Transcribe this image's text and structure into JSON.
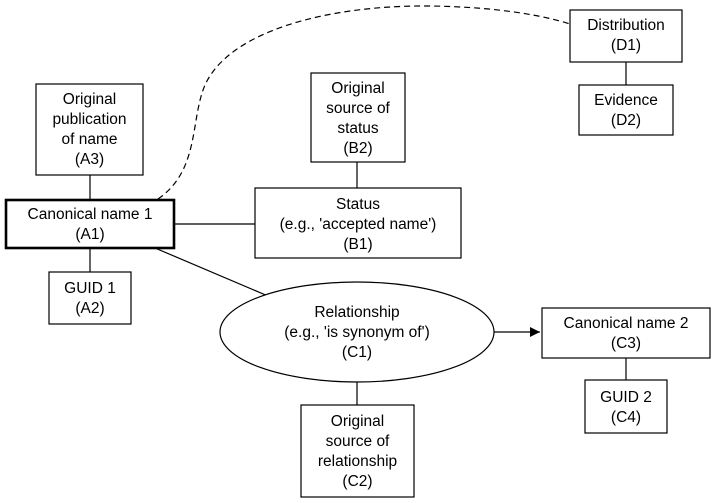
{
  "nodes": {
    "a1": {
      "lines": [
        "Canonical name 1",
        "(A1)"
      ],
      "emphasized": true
    },
    "a2": {
      "lines": [
        "GUID 1",
        "(A2)"
      ]
    },
    "a3": {
      "lines": [
        "Original",
        "publication",
        "of name",
        "(A3)"
      ]
    },
    "b1": {
      "lines": [
        "Status",
        "(e.g., 'accepted name')",
        "(B1)"
      ]
    },
    "b2": {
      "lines": [
        "Original",
        "source of",
        "status",
        "(B2)"
      ]
    },
    "c1": {
      "lines": [
        "Relationship",
        "(e.g., 'is synonym of')",
        "(C1)"
      ],
      "shape": "ellipse"
    },
    "c2": {
      "lines": [
        "Original",
        "source of",
        "relationship",
        "(C2)"
      ]
    },
    "c3": {
      "lines": [
        "Canonical name 2",
        "(C3)"
      ]
    },
    "c4": {
      "lines": [
        "GUID 2",
        "(C4)"
      ]
    },
    "d1": {
      "lines": [
        "Distribution",
        "(D1)"
      ]
    },
    "d2": {
      "lines": [
        "Evidence",
        "(D2)"
      ]
    }
  },
  "edges": [
    {
      "from": "a1",
      "to": "a3",
      "style": "solid"
    },
    {
      "from": "a1",
      "to": "a2",
      "style": "solid"
    },
    {
      "from": "a1",
      "to": "b1",
      "style": "solid"
    },
    {
      "from": "b1",
      "to": "b2",
      "style": "solid"
    },
    {
      "from": "a1",
      "to": "c1",
      "style": "solid"
    },
    {
      "from": "c1",
      "to": "c2",
      "style": "solid"
    },
    {
      "from": "c1",
      "to": "c3",
      "style": "arrow"
    },
    {
      "from": "c3",
      "to": "c4",
      "style": "solid"
    },
    {
      "from": "d1",
      "to": "d2",
      "style": "solid"
    },
    {
      "from": "a1",
      "to": "d1",
      "style": "dashed"
    }
  ]
}
